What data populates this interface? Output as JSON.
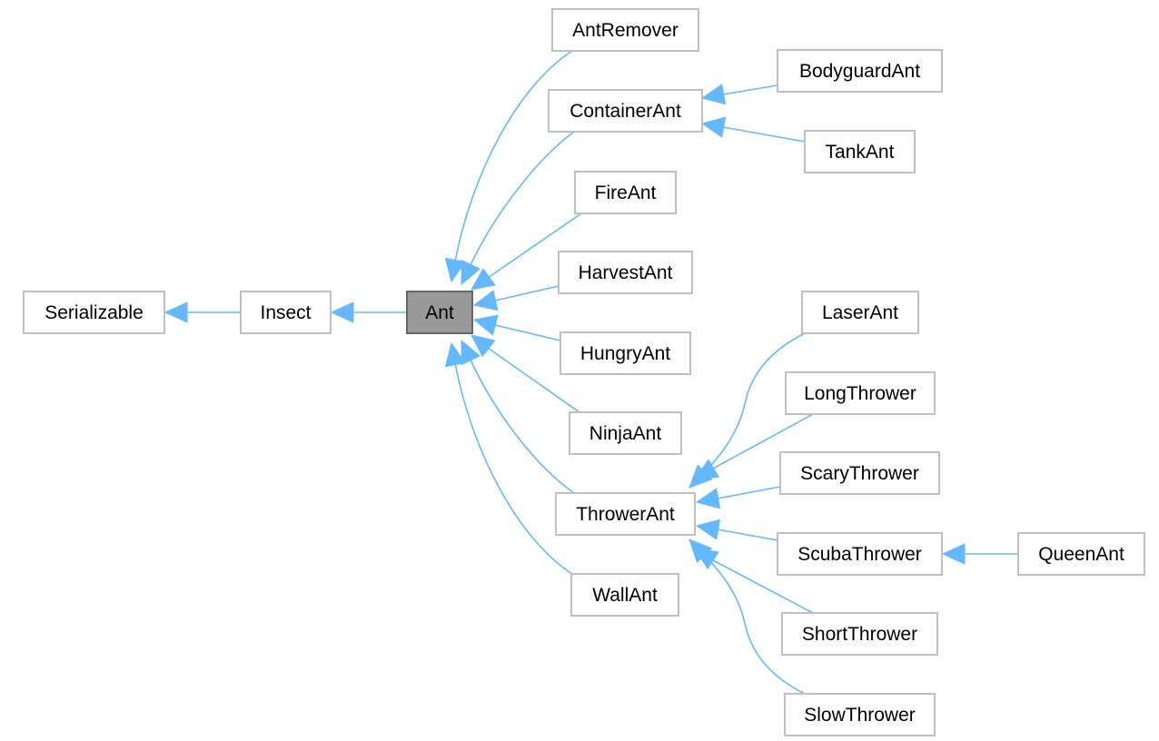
{
  "colors": {
    "edge": "#63b8ff",
    "node_border": "#bfbfbf",
    "selected_fill": "#999999",
    "selected_border": "#666666"
  },
  "nodes": {
    "serializable": {
      "label": "Serializable"
    },
    "insect": {
      "label": "Insect"
    },
    "ant": {
      "label": "Ant",
      "selected": true
    },
    "antremover": {
      "label": "AntRemover"
    },
    "containerant": {
      "label": "ContainerAnt"
    },
    "bodyguardant": {
      "label": "BodyguardAnt"
    },
    "tankant": {
      "label": "TankAnt"
    },
    "fireant": {
      "label": "FireAnt"
    },
    "harvestant": {
      "label": "HarvestAnt"
    },
    "hungryant": {
      "label": "HungryAnt"
    },
    "ninjaant": {
      "label": "NinjaAnt"
    },
    "throwerant": {
      "label": "ThrowerAnt"
    },
    "wallant": {
      "label": "WallAnt"
    },
    "laserant": {
      "label": "LaserAnt"
    },
    "longthrower": {
      "label": "LongThrower"
    },
    "scarythrower": {
      "label": "ScaryThrower"
    },
    "scubathrower": {
      "label": "ScubaThrower"
    },
    "queenant": {
      "label": "QueenAnt"
    },
    "shortthrower": {
      "label": "ShortThrower"
    },
    "slowthrower": {
      "label": "SlowThrower"
    }
  },
  "edges": [
    {
      "from": "insect",
      "to": "serializable"
    },
    {
      "from": "ant",
      "to": "insect"
    },
    {
      "from": "antremover",
      "to": "ant"
    },
    {
      "from": "containerant",
      "to": "ant"
    },
    {
      "from": "fireant",
      "to": "ant"
    },
    {
      "from": "harvestant",
      "to": "ant"
    },
    {
      "from": "hungryant",
      "to": "ant"
    },
    {
      "from": "ninjaant",
      "to": "ant"
    },
    {
      "from": "throwerant",
      "to": "ant"
    },
    {
      "from": "wallant",
      "to": "ant"
    },
    {
      "from": "bodyguardant",
      "to": "containerant"
    },
    {
      "from": "tankant",
      "to": "containerant"
    },
    {
      "from": "laserant",
      "to": "throwerant"
    },
    {
      "from": "longthrower",
      "to": "throwerant"
    },
    {
      "from": "scarythrower",
      "to": "throwerant"
    },
    {
      "from": "scubathrower",
      "to": "throwerant"
    },
    {
      "from": "shortthrower",
      "to": "throwerant"
    },
    {
      "from": "slowthrower",
      "to": "throwerant"
    },
    {
      "from": "queenant",
      "to": "scubathrower"
    }
  ]
}
